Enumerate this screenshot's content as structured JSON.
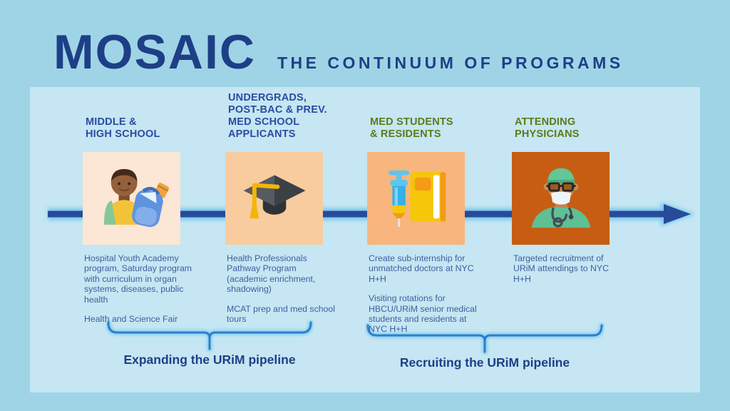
{
  "title": {
    "main": "MOSAIC",
    "subtitle": "THE CONTINUUM OF PROGRAMS"
  },
  "colors": {
    "page_bg": "#9fd4e6",
    "panel_bg": "#c5e6f2",
    "title_navy": "#1e3f87",
    "header_blue": "#2a4da0",
    "header_green": "#5c7b17",
    "body_text": "#3f5f9e",
    "arrow_navy": "#274a99",
    "glow_blue": "#7ec9ef",
    "brace_blue": "#2e7fc9",
    "tile_1_bg": "#fce6d5",
    "tile_2_bg": "#f8cc9e",
    "tile_3_bg": "#f8b57d",
    "tile_4_bg": "#c75d12"
  },
  "columns": [
    {
      "header": "MIDDLE &\nHIGH SCHOOL",
      "header_color": "#2a4da0",
      "icon": "student-backpack-icon",
      "paragraphs": [
        "Hospital Youth Academy program, Saturday program with curriculum in organ systems, diseases, public health",
        "Health and Science Fair"
      ]
    },
    {
      "header": "UNDERGRADS,\nPOST-BAC & PREV.\nMED SCHOOL\nAPPLICANTS",
      "header_color": "#2a4da0",
      "icon": "graduation-cap-icon",
      "paragraphs": [
        "Health Professionals Pathway Program (academic enrichment, shadowing)",
        "MCAT prep and med school tours"
      ]
    },
    {
      "header": "MED STUDENTS\n& RESIDENTS",
      "header_color": "#5c7b17",
      "icon": "syringe-book-icon",
      "paragraphs": [
        "Create sub-internship for unmatched doctors at NYC H+H",
        "Visiting rotations for HBCU/URiM senior medical students and residents at NYC H+H"
      ]
    },
    {
      "header": "ATTENDING\nPHYSICIANS",
      "header_color": "#5c7b17",
      "icon": "doctor-icon",
      "paragraphs": [
        "Targeted recruitment of URiM attendings to NYC H+H"
      ]
    }
  ],
  "pipeline_labels": [
    {
      "label": "Expanding the URiM pipeline"
    },
    {
      "label": "Recruiting the URiM pipeline"
    }
  ]
}
